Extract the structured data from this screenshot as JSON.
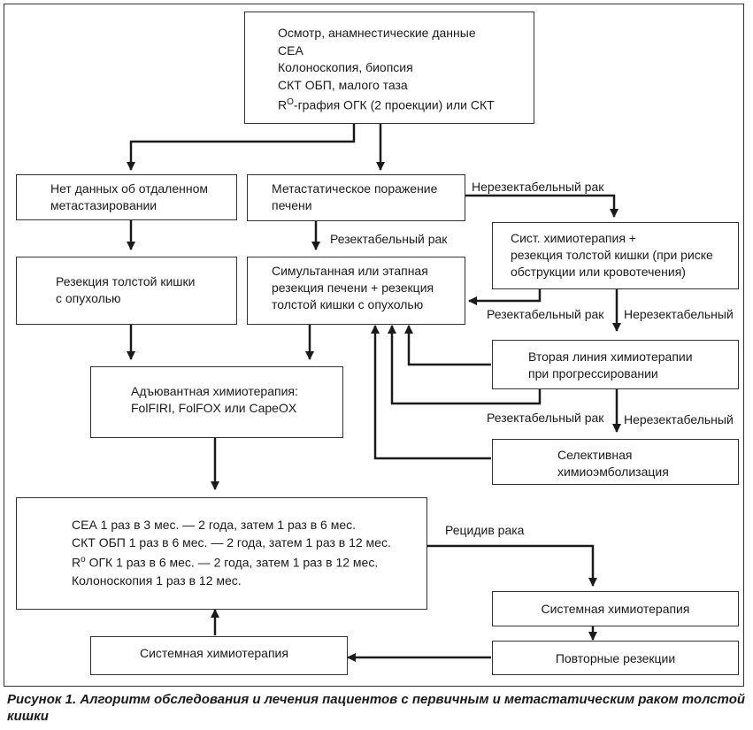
{
  "boxes": {
    "exam": {
      "lines": [
        "Осмотр, анамнестические данные",
        "СЕА",
        "Колоноскопия, биопсия",
        "СКТ ОБП, малого таза",
        "-графия ОГК (2 проекции) или СКТ"
      ],
      "r_letter": "R",
      "r_sup": "О"
    },
    "no_metastasis": [
      "Нет данных об отдаленном",
      "метастазировании"
    ],
    "liver_metastasis": [
      "Метастатическое поражение",
      "печени"
    ],
    "system_chemo_resection": [
      "Сист. химиотерапия +",
      "резекция толстой кишки (при риске",
      "обструкции или кровотечения)"
    ],
    "colon_resection": [
      "Резекция толстой кишки",
      "с опухолью"
    ],
    "simultaneous_resection": [
      "Симультанная или этапная",
      "резекция печени + резекция",
      "толстой кишки с опухолью"
    ],
    "second_line": [
      "Вторая линия химиотерапии",
      "при прогрессировании"
    ],
    "adjuvant": [
      "Адъювантная химиотерапия:",
      "FolFIRI, FolFOX или CapeOX"
    ],
    "selective": [
      "Селективная",
      "химиоэмболизация"
    ],
    "followup": {
      "line1": "СЕА 1 раз в 3 мес. — 2 года, затем 1 раз в 6 мес.",
      "line2": "СКТ ОБП 1 раз в 6 мес. — 2 года, затем 1 раз в 12 мес.",
      "line3_r": "R",
      "line3_sup": "о",
      "line3_rest": " ОГК 1 раз в 6 мес. — 2 года, затем 1 раз в 12 мес.",
      "line4": "Колоноскопия 1 раз в 12 мес."
    },
    "systemic_chemo_right": "Системная химиотерапия",
    "systemic_chemo_left": "Системная химиотерапия",
    "repeat_resections": "Повторные резекции"
  },
  "labels": {
    "unresectable_top": "Нерезектабельный рак",
    "resectable_mid": "Резектабельный рак",
    "resectable_1": "Резектабельный рак",
    "unresectable_1": "Нерезектабельный",
    "resectable_2": "Резектабельный рак",
    "unresectable_2": "Нерезектабельный",
    "recurrence": "Рецидив рака"
  },
  "caption": "Рисунок 1. Алгоритм обследования и лечения пациентов с первичным и метастатическим раком толстой кишки"
}
